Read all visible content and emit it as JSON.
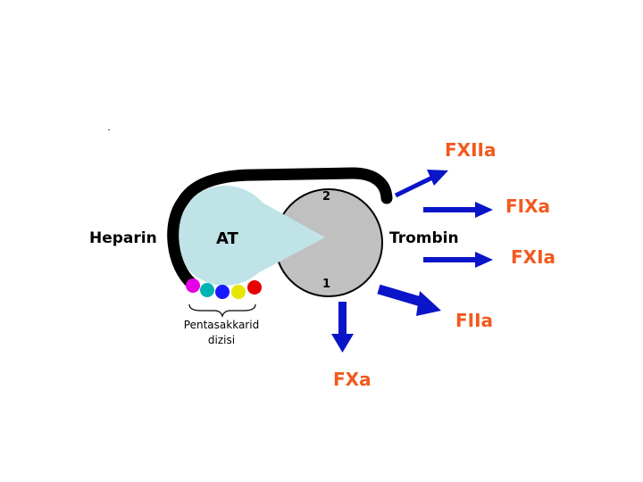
{
  "labels": {
    "heparin": "Heparin",
    "at": "AT",
    "trombin": "Trombin",
    "site_top": "2",
    "site_bottom": "1",
    "pentasaccharide_line1": "Pentasakkarid",
    "pentasaccharide_line2": "dizisi"
  },
  "factors": {
    "fxiia": "FXIIa",
    "fixa": "FIXa",
    "fxia": "FXIa",
    "fiia": "FIIa",
    "fxa": "FXa"
  },
  "colors": {
    "at_body": "#bfe3e6",
    "thrombin_body": "#c0c0c0",
    "heparin_chain": "#000000",
    "arrow": "#0a14c8",
    "factor_text": "#f25a1e",
    "beads": [
      "#e600e6",
      "#00b3b3",
      "#1a1aff",
      "#e6e600",
      "#e60000"
    ]
  }
}
